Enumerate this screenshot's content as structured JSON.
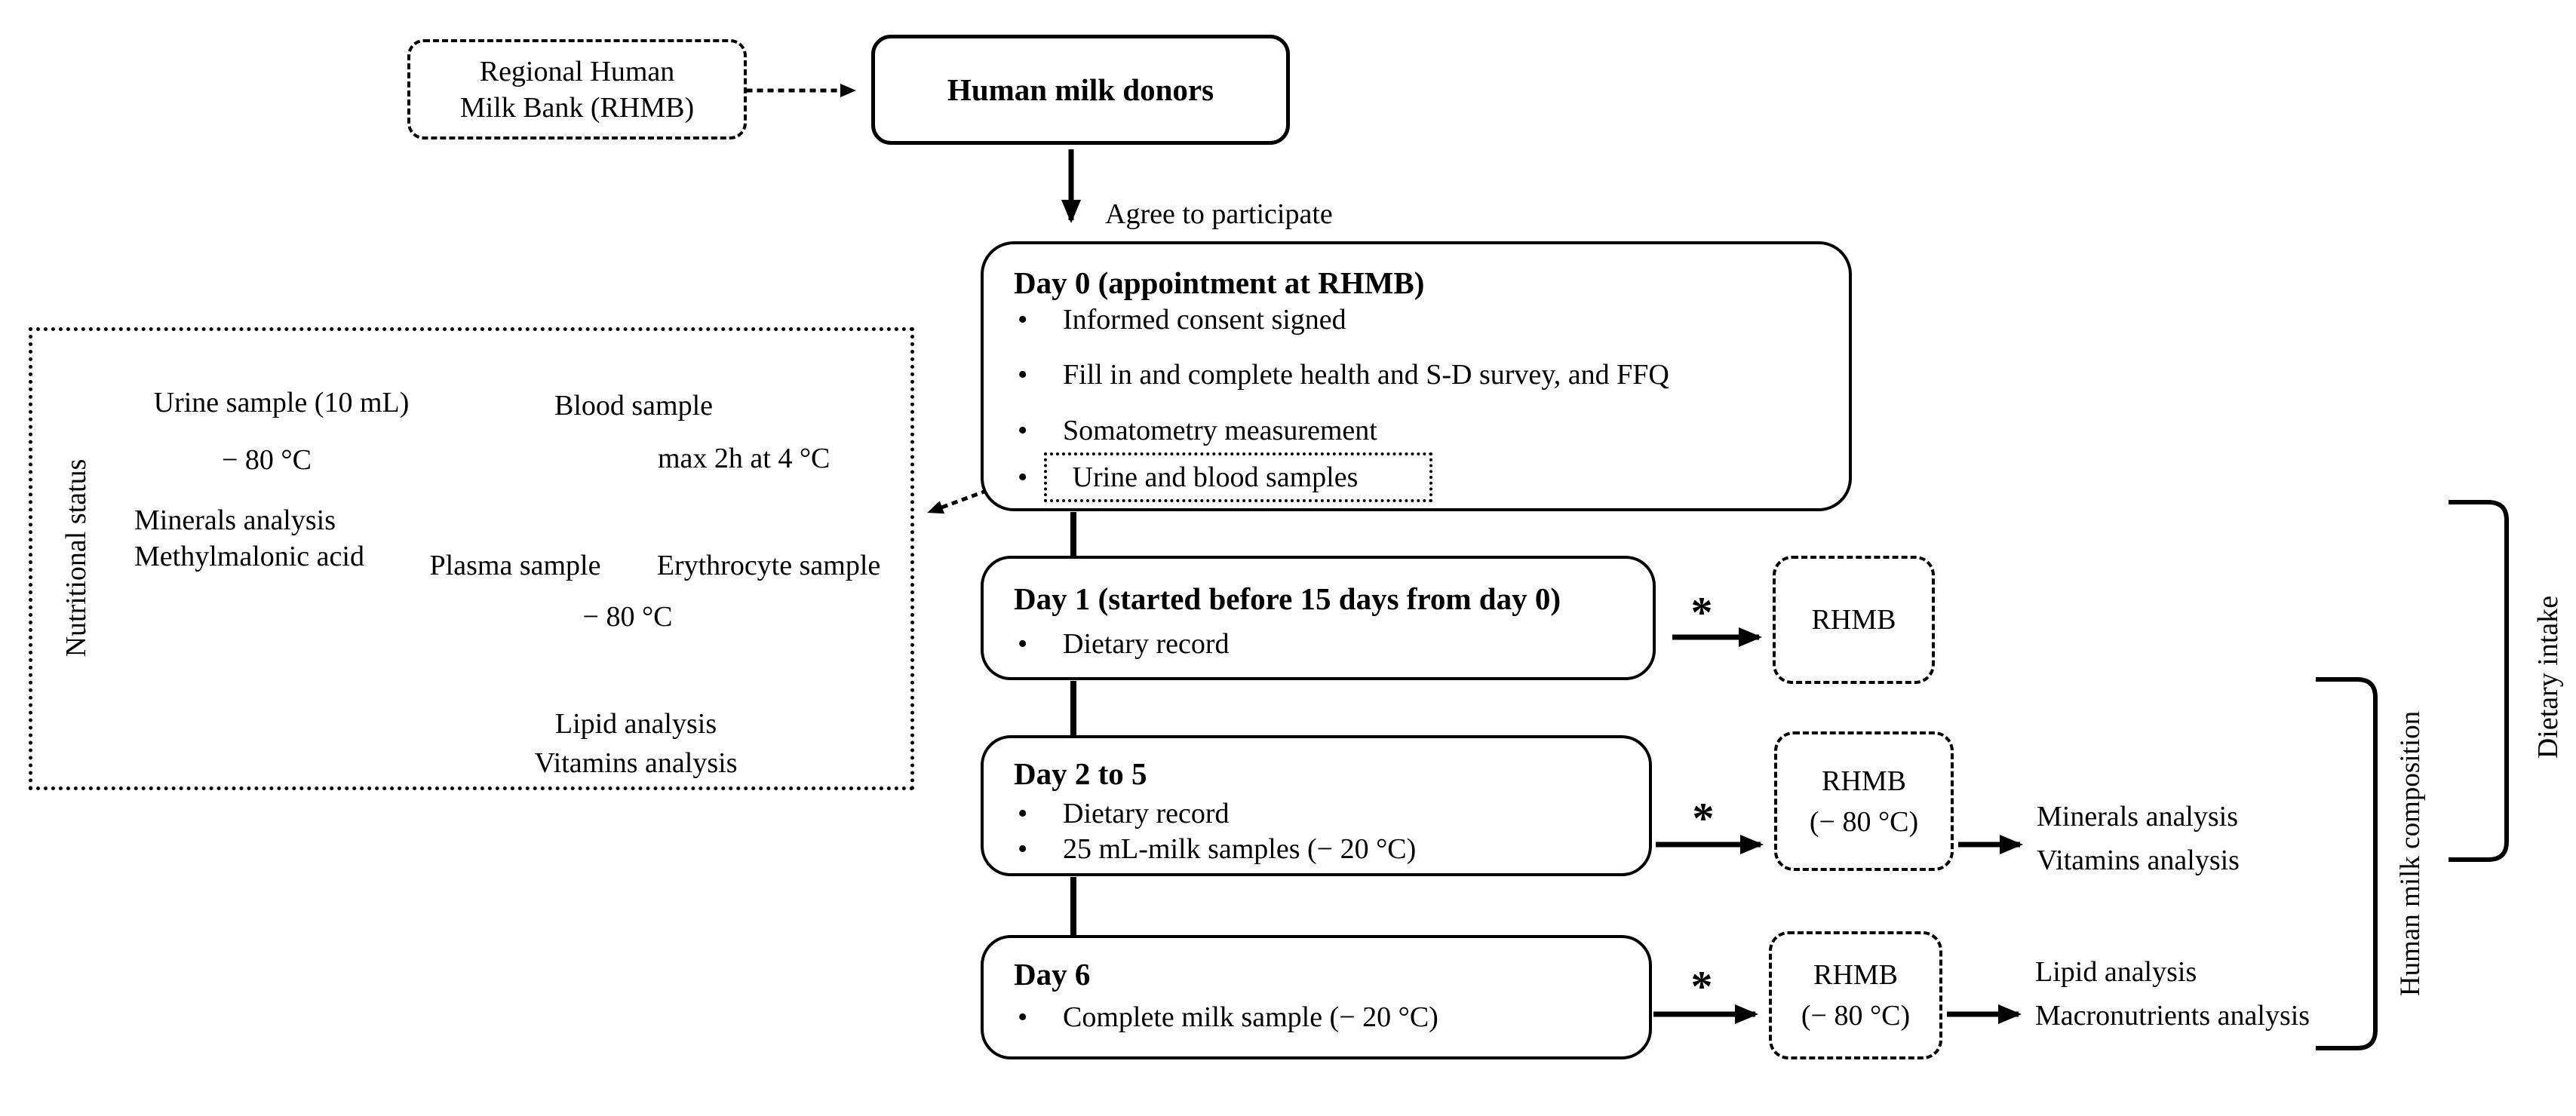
{
  "top": {
    "rhmb_box_lines": [
      "Regional Human",
      "Milk Bank (RHMB)"
    ],
    "donors_label": "Human milk donors",
    "agree_label": "Agree to participate"
  },
  "timeline": {
    "day0": {
      "title": "Day 0 (appointment at RHMB)",
      "bullets": [
        "Informed consent signed",
        "Fill in and complete health and S-D survey, and FFQ",
        "Somatometry measurement"
      ],
      "boxed_bullet": "Urine and blood samples"
    },
    "day1": {
      "title": "Day 1 (started before 15 days from day 0)",
      "bullets": [
        "Dietary record"
      ]
    },
    "day2to5": {
      "title": "Day 2 to 5",
      "bullets": [
        "Dietary record",
        "25 mL-milk samples (− 20 °C)"
      ]
    },
    "day6": {
      "title": "Day 6",
      "bullets": [
        "Complete milk sample (− 20 °C)"
      ]
    }
  },
  "transfers": {
    "asterisk": "*",
    "rhmb1_label": "RHMB",
    "rhmb2_lines": [
      "RHMB",
      "(− 80 °C)"
    ],
    "rhmb3_lines": [
      "RHMB",
      "(− 80 °C)"
    ],
    "milk_analyses": [
      "Minerals analysis",
      "Vitamins analysis"
    ],
    "milk6_analyses": [
      "Lipid analysis",
      "Macronutrients analysis"
    ]
  },
  "nutritional_panel": {
    "side_label": "Nutritional status",
    "urine_title": "Urine sample (10 mL)",
    "urine_temp": "− 80 °C",
    "urine_outputs": [
      "Minerals analysis",
      "Methylmalonic acid"
    ],
    "blood_title": "Blood sample",
    "blood_hold": "max 2h at 4 °C",
    "plasma_label": "Plasma sample",
    "erythrocyte_label": "Erythrocyte sample",
    "freeze_temp": "− 80 °C",
    "blood_outputs": [
      "Lipid analysis",
      "Vitamins analysis"
    ]
  },
  "brackets": {
    "dietary_intake": "Dietary intake",
    "milk_composition": "Human milk composition"
  },
  "colors": {
    "ink": "#000000",
    "background": "#ffffff"
  }
}
